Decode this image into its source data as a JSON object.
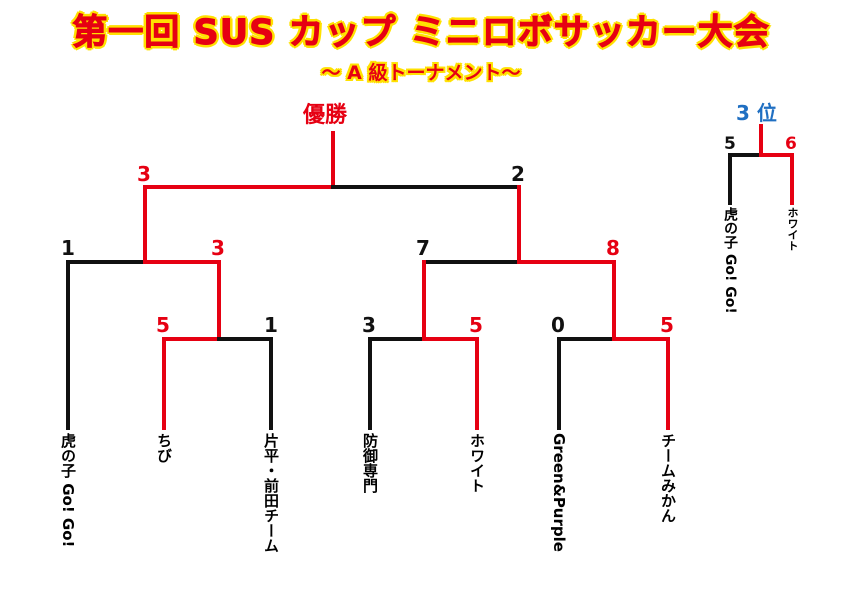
{
  "header": {
    "title": "第一回 SUS カップ ミニロボサッカー大会",
    "subtitle": "〜 A 級トーナメント〜"
  },
  "bracket": {
    "champion_label": "優勝",
    "third_place_label": "3 位",
    "teams": [
      "虎の子 Go! Go!",
      "ちび",
      "片平・前田チーム",
      "防御専門",
      "ホワイト",
      "Green&Purple",
      "チームみかん"
    ],
    "scores": {
      "r1_a_left": "5",
      "r1_a_right": "1",
      "r1_b_left": "3",
      "r1_b_right": "5",
      "r1_c_left": "0",
      "r1_c_right": "5",
      "r2_a_left": "1",
      "r2_a_right": "3",
      "r2_b_left": "7",
      "r2_b_right": "8",
      "final_left": "3",
      "final_right": "2"
    },
    "third_place": {
      "left_team": "虎の子 Go! Go!",
      "right_team": "ホワイト",
      "left_score": "5",
      "right_score": "6"
    }
  },
  "colors": {
    "winner_line": "#e60012",
    "loser_line": "#111111",
    "title_fill": "#e60012",
    "title_outline": "#ffe100",
    "third_label": "#1f6fc2"
  }
}
